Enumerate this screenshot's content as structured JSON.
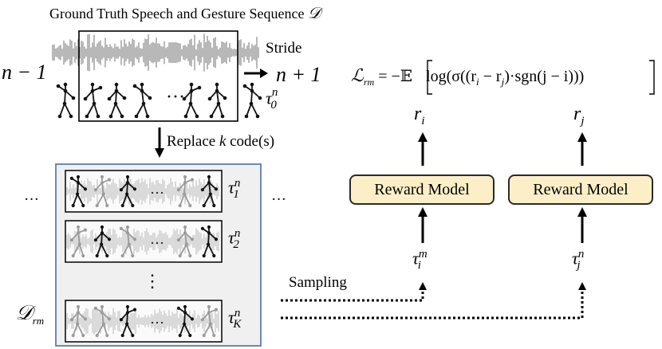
{
  "title": "Ground Truth Speech and Gesture Sequence",
  "title_symbol": "𝒟",
  "left_index": "n − 1",
  "right_index": "n + 1",
  "stride_label": "Stride",
  "replace_label_pre": "Replace ",
  "replace_label_k": "k",
  "replace_label_post": " code(s)",
  "ellipsis": "···",
  "vertical_ellipsis": "⋮",
  "tau0": {
    "base": "τ",
    "sup": "n",
    "sub": "0"
  },
  "tau1": {
    "base": "τ",
    "sup": "n",
    "sub": "1"
  },
  "tau2": {
    "base": "τ",
    "sup": "n",
    "sub": "2"
  },
  "tauK": {
    "base": "τ",
    "sup": "n",
    "sub": "K"
  },
  "drm": {
    "base": "𝒟",
    "sub": "rm"
  },
  "loss": {
    "lhs": "ℒ",
    "lhs_sub": "rm",
    "eq": "= −𝔼",
    "body": "log(σ((r",
    "ri_sub": "i",
    "minus": " − r",
    "rj_sub": "j",
    "rest": ")·sgn(j − i)))"
  },
  "reward_model_label": "Reward Model",
  "ri": {
    "base": "r",
    "sub": "i"
  },
  "rj": {
    "base": "r",
    "sub": "j"
  },
  "taui": {
    "base": "τ",
    "sup": "m",
    "sub": "i"
  },
  "tauj": {
    "base": "τ",
    "sup": "n",
    "sub": "j"
  },
  "sampling_label": "Sampling",
  "colors": {
    "reward_fill": "#fcefc7",
    "panel_border": "#4a6fa5",
    "panel_fill": "#f0f0f0",
    "wave": "#9a9a9a"
  }
}
